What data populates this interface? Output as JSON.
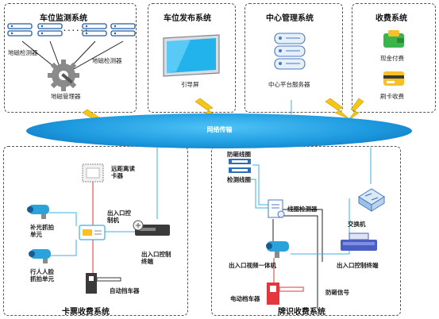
{
  "panels": {
    "monitoring": {
      "title": "车位监测系统",
      "detector_left": "地磁检测器",
      "dots": "· · · · · ·",
      "detector_right": "地磁检测器",
      "manager": "地磁管理器"
    },
    "publishing": {
      "title": "车位发布系统",
      "screen": "引导屏"
    },
    "central": {
      "title": "中心管理系统",
      "server": "中心平台服务器"
    },
    "payment": {
      "title": "收费系统",
      "cash": "现金付费",
      "card": "刷卡收费"
    }
  },
  "network": {
    "label": "网络传输"
  },
  "ticket_system": {
    "title": "卡票收费系统",
    "reader": "远距离读卡器",
    "controller": "出入口控制机",
    "light_camera": "补光抓拍单元",
    "face_camera": "行人人脸抓拍单元",
    "terminal": "出入口控制终端",
    "barrier": "自动挡车器"
  },
  "plate_system": {
    "title": "牌识收费系统",
    "anti_coil": "防砸线圈",
    "detect_coil": "检测线圈",
    "coil_detector": "线圈检测器",
    "switch": "交换机",
    "video_unit": "出入口视频一体机",
    "terminal": "出入口控制终端",
    "barrier": "电动档车器",
    "signal": "防砸信号"
  }
}
